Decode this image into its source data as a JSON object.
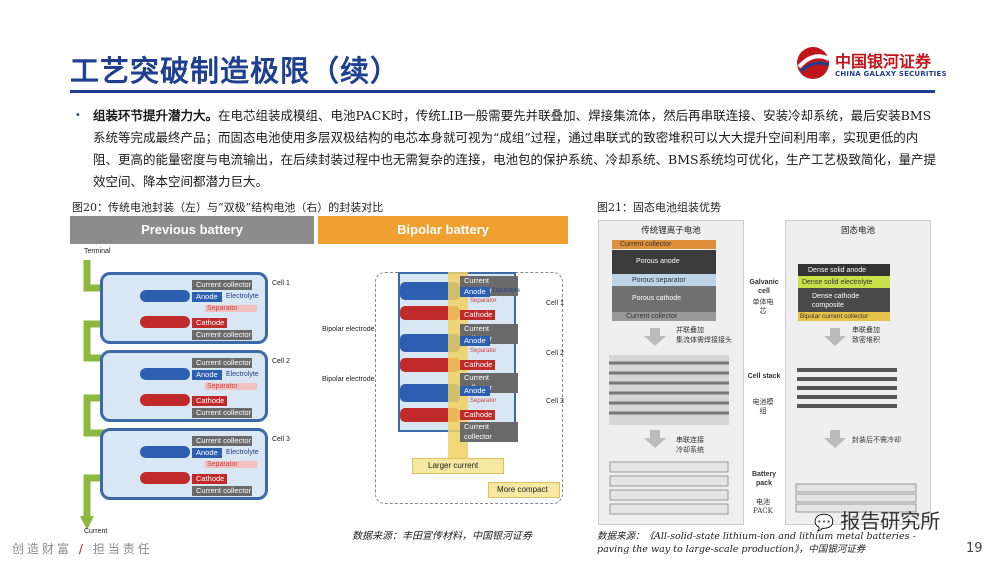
{
  "header": {
    "title": "工艺突破制造极限（续）",
    "logo_cn": "中国银河证券",
    "logo_en": "CHINA GALAXY SECURITIES"
  },
  "body": {
    "bullet_lead": "组装环节提升潜力大。",
    "bullet_text": "在电芯组装成模组、电池PACK时，传统LIB一般需要先并联叠加、焊接集流体，然后再串联连接、安装冷却系统，最后安装BMS系统等完成最终产品；而固态电池使用多层双极结构的电芯本身就可视为“成组”过程，通过串联式的致密堆积可以大大提升空间利用率，实现更低的内阻、更高的能量密度与电流输出，在后续封装过程中也无需复杂的连接，电池包的保护系统、冷却系统、BMS系统均可优化，生产工艺极致简化，量产提效空间、降本空间都潜力巨大。"
  },
  "fig20": {
    "caption": "图20：传统电池封装（左）与“双极”结构电池（右）的封装对比",
    "left_header": "Previous battery",
    "right_header": "Bipolar battery",
    "terminal": "Terminal",
    "current": "Current",
    "layers": {
      "cc": "Current collector",
      "anode": "Anode",
      "electrolyte": "Electrolyte",
      "separator": "Separator",
      "cathode": "Cathode"
    },
    "cells": [
      "Cell 1",
      "Cell 2",
      "Cell 3"
    ],
    "bipolar_electrode": "Bipolar electrode",
    "larger_current": "Larger current",
    "more_compact": "More compact",
    "source": "数据来源：丰田宣传材料，中国银河证券"
  },
  "fig21": {
    "caption": "图21：固态电池组装优势",
    "col_left": "传统锂离子电池",
    "col_right": "固态电池",
    "left_layers": [
      "Current collector",
      "Porous anode",
      "Porous separator",
      "Porous cathode",
      "Current collector"
    ],
    "right_layers": [
      "Dense solid anode",
      "Dense solid electrolyte",
      "Dense cathode composite",
      "Bipolar current collector"
    ],
    "mid": {
      "galvanic_en": "Galvanic cell",
      "galvanic_cn": "单体电芯",
      "stack_en": "Cell stack",
      "stack_cn": "电池模组",
      "pack_en": "Battery pack",
      "pack_cn": "电池PACK"
    },
    "notes": {
      "l1": "并联叠加",
      "l1b": "集流体需焊接接头",
      "l2": "串联连接",
      "l2b": "冷却系统",
      "r1": "串联叠加",
      "r1b": "致密堆积",
      "r2": "封装后不需冷却"
    },
    "source": "数据来源：《All-solid-state lithium-ion and lithium metal batteries - paving the way to large-scale production》，中国银河证券"
  },
  "footer": {
    "left_a": "创造财富",
    "sep": "/",
    "left_b": "担当责任",
    "page": "19",
    "watermark": "报告研究所"
  },
  "colors": {
    "brand_blue": "#1f3f8f",
    "brand_red": "#c0151b",
    "previous_header": "#8c8c8c",
    "bipolar_header": "#f0a030"
  }
}
